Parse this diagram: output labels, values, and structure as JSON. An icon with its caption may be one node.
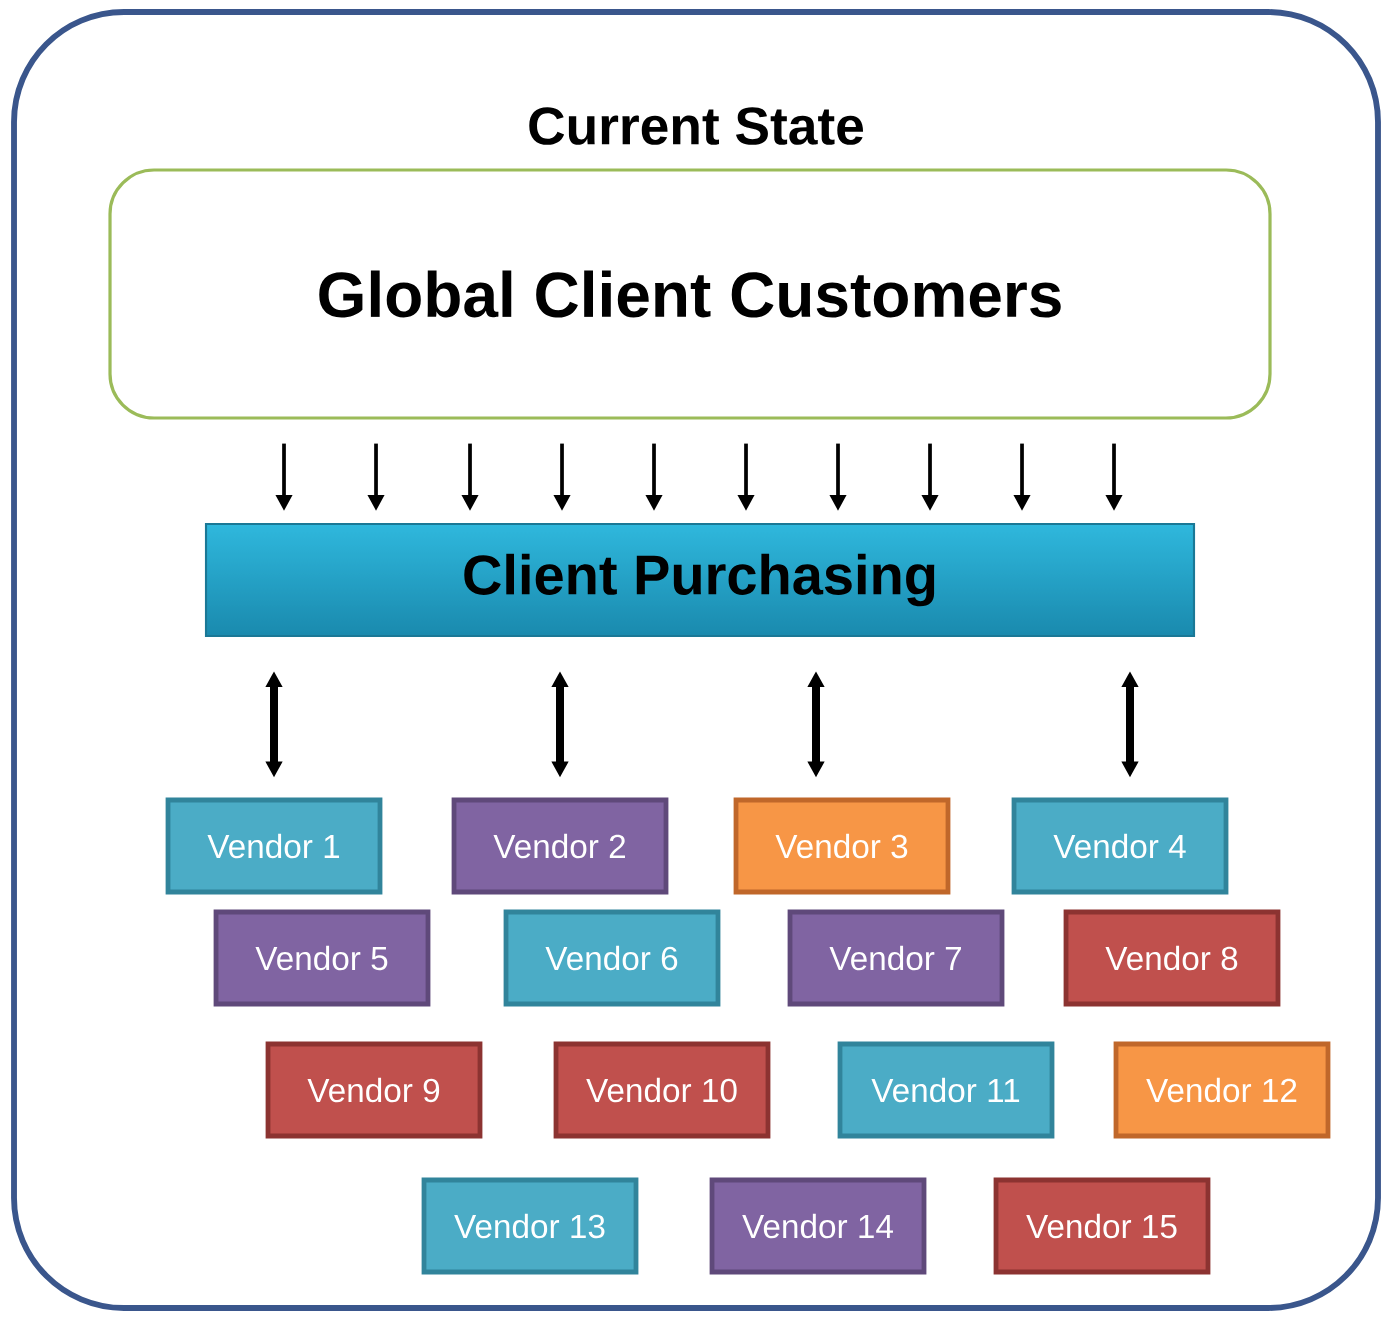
{
  "diagram": {
    "nodes": [
      {
        "text": [
          "Current State"
        ]
      },
      {
        "text": [
          "Global Client Customers"
        ],
        "in": 0
      },
      {
        "text": [
          "Client Purchasing"
        ],
        "in": 0
      },
      {
        "text": [
          "Vendor 1"
        ],
        "in": 0
      },
      {
        "text": [
          "Vendor 2"
        ],
        "in": 0
      },
      {
        "text": [
          "Vendor 3"
        ],
        "in": 0
      },
      {
        "text": [
          "Vendor 4"
        ],
        "in": 0
      },
      {
        "text": [
          "Vendor 5"
        ],
        "in": 0
      },
      {
        "text": [
          "Vendor 6"
        ],
        "in": 0
      },
      {
        "text": [
          "Vendor 7"
        ],
        "in": 0
      },
      {
        "text": [
          "Vendor 8"
        ],
        "in": 0
      },
      {
        "text": [
          "Vendor 9"
        ],
        "in": 0
      },
      {
        "text": [
          "Vendor 10"
        ],
        "in": 0
      },
      {
        "text": [
          "Vendor 11"
        ],
        "in": 0
      },
      {
        "text": [
          "Vendor 12"
        ],
        "in": 0
      },
      {
        "text": [
          "Vendor 13"
        ],
        "in": 0
      },
      {
        "text": [
          "Vendor 14"
        ],
        "in": 0
      },
      {
        "text": [
          "Vendor 15"
        ],
        "in": 0
      }
    ],
    "edges": [
      {
        "from": 1,
        "to": 2,
        "arrow": "to"
      },
      {
        "from": 1,
        "to": 2,
        "arrow": "to"
      },
      {
        "from": 1,
        "to": 2,
        "arrow": "to"
      },
      {
        "from": 1,
        "to": 2,
        "arrow": "to"
      },
      {
        "from": 1,
        "to": 2,
        "arrow": "to"
      },
      {
        "from": 1,
        "to": 2,
        "arrow": "to"
      },
      {
        "from": 1,
        "to": 2,
        "arrow": "to"
      },
      {
        "from": 1,
        "to": 2,
        "arrow": "to"
      },
      {
        "from": 1,
        "to": 2,
        "arrow": "to"
      },
      {
        "from": 1,
        "to": 2,
        "arrow": "to"
      },
      {
        "from": 2,
        "to": 3,
        "arrow": "both",
        "style": "thick"
      },
      {
        "from": 2,
        "to": 4,
        "arrow": "both",
        "style": "thick"
      },
      {
        "from": 2,
        "to": 5,
        "arrow": "both",
        "style": "thick"
      },
      {
        "from": 2,
        "to": 6,
        "arrow": "both",
        "style": "thick"
      }
    ]
  }
}
